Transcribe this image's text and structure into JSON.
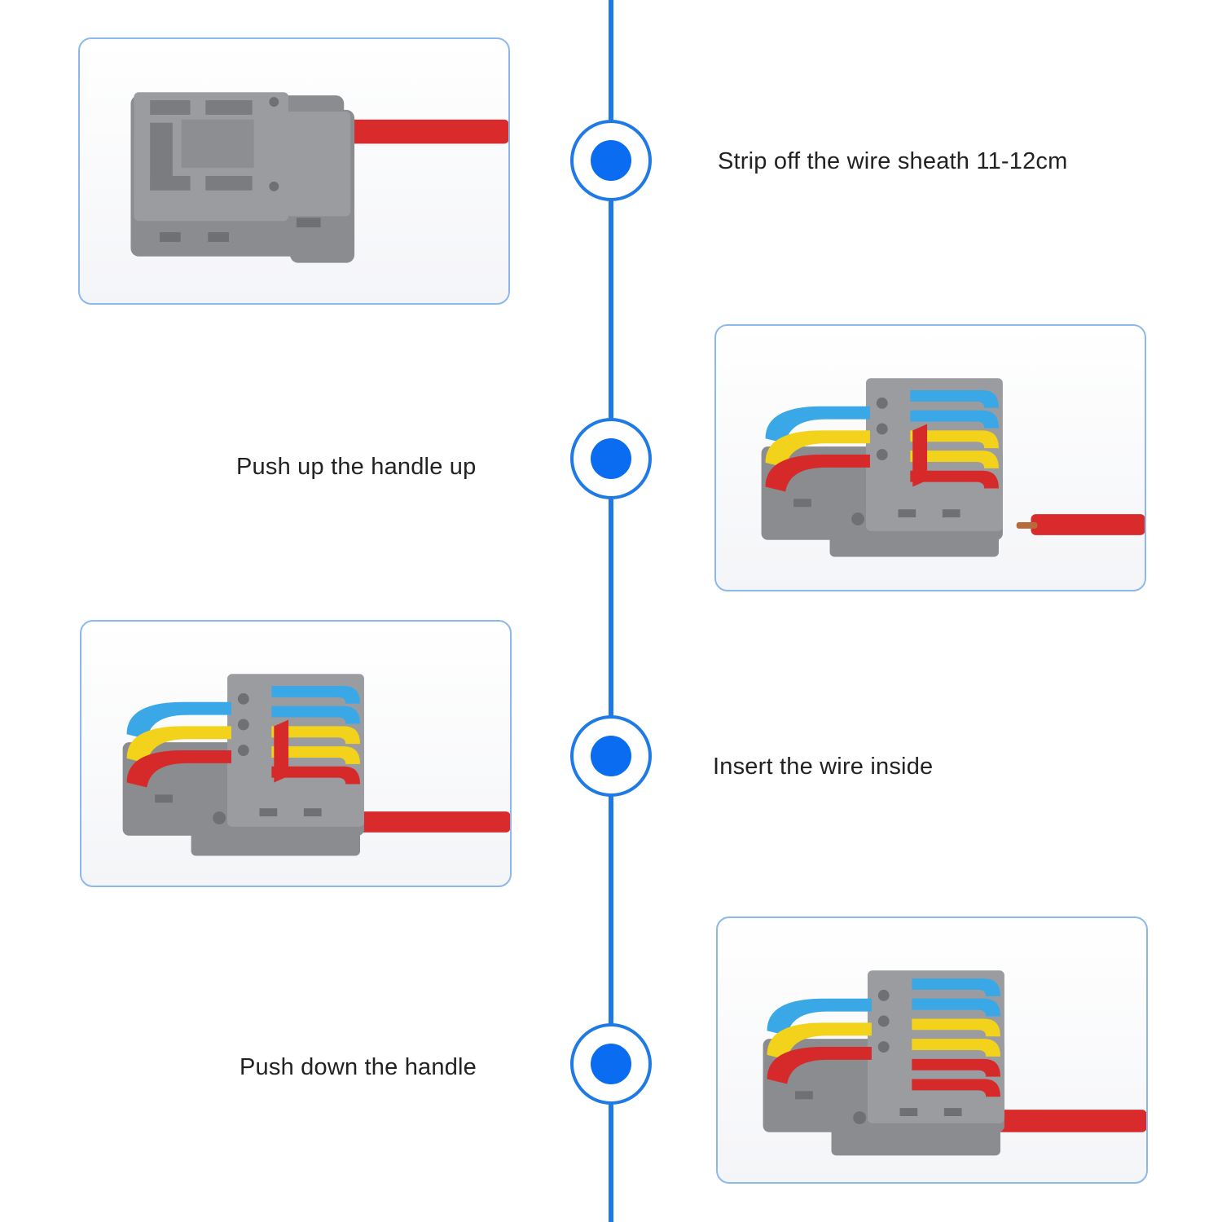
{
  "accent_color": "#1f7ae6",
  "steps": [
    {
      "text": "Strip off the wire sheath 11-12cm",
      "image": "connector-top-view-with-wire"
    },
    {
      "text": "Push up the handle up",
      "image": "connector-lever-raised"
    },
    {
      "text": "Insert the wire inside",
      "image": "connector-wire-inserted"
    },
    {
      "text": "Push down the handle",
      "image": "connector-lever-closed"
    }
  ]
}
